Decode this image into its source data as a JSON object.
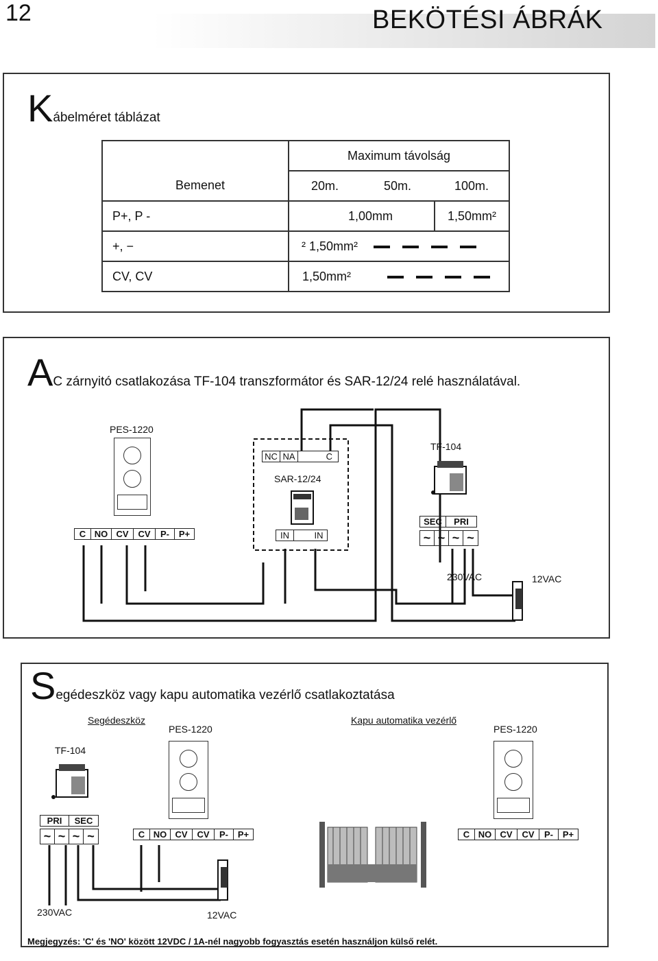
{
  "header": {
    "page_number": "12",
    "title": "BEKÖTÉSI ÁBRÁK"
  },
  "cable_section": {
    "initial": "K",
    "title_rest": "ábelméret táblázat",
    "table": {
      "top_header": "Maximum távolság",
      "input_header": "Bemenet",
      "distances": [
        "20m.",
        "50m.",
        "100m."
      ],
      "rows": [
        {
          "input": "P+, P -",
          "mid": "1,00mm",
          "right": "1,50mm²"
        },
        {
          "input": "+, −",
          "mid": "² 1,50mm²",
          "right": ""
        },
        {
          "input": "CV, CV",
          "mid": "1,50mm²",
          "right": ""
        }
      ]
    }
  },
  "ac_section": {
    "initial": "A",
    "title_rest": "C zárnyitó csatlakozása TF-104 transzformátor és SAR-12/24 relé használatával.",
    "pes_label": "PES-1220",
    "pes_terminals": [
      "C",
      "NO",
      "CV",
      "CV",
      "P-",
      "P+"
    ],
    "relay_top_terminals": [
      "NC",
      "NA",
      "C"
    ],
    "relay_label": "SAR-12/24",
    "relay_bottom_terminals": [
      "IN",
      "IN"
    ],
    "tf_label": "TF-104",
    "tf_terminal_labels": [
      "SEC",
      "PRI"
    ],
    "tf_terminals": [
      "~",
      "~",
      "~",
      "~"
    ],
    "voltage_230": "230VAC",
    "voltage_12": "12VAC"
  },
  "aux_section": {
    "initial": "S",
    "title_rest": "egédeszköz vagy kapu automatika vezérlő csatlakoztatása",
    "subtitle_left": "Segédeszköz",
    "subtitle_right": "Kapu automatika vezérlő",
    "pes_label_1": "PES-1220",
    "pes_label_2": "PES-1220",
    "tf_label": "TF-104",
    "tf_terminal_labels": [
      "PRI",
      "SEC"
    ],
    "tf_terminals": [
      "~",
      "~",
      "~",
      "~"
    ],
    "pes_terminals_1": [
      "C",
      "NO",
      "CV",
      "CV",
      "P-",
      "P+"
    ],
    "pes_terminals_2": [
      "C",
      "NO",
      "CV",
      "CV",
      "P-",
      "P+"
    ],
    "voltage_230": "230VAC",
    "voltage_12": "12VAC",
    "note": "Megjegyzés: 'C' és 'NO' között 12VDC / 1A-nél nagyobb fogyasztás esetén használjon külső relét."
  }
}
